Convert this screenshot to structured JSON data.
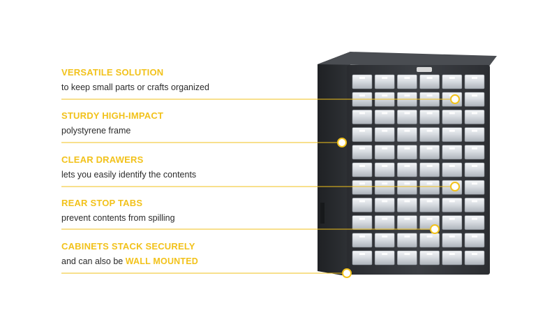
{
  "colors": {
    "accent": "#f2c21b",
    "text": "#2b2b2b",
    "cabinet": "#3a3d42"
  },
  "features": [
    {
      "title": "VERSATILE SOLUTION",
      "desc": "to keep small parts or crafts organized"
    },
    {
      "title": "STURDY HIGH-IMPACT",
      "desc": "polystyrene frame"
    },
    {
      "title": "CLEAR DRAWERS",
      "desc": "lets you easily identify the contents"
    },
    {
      "title": "REAR STOP TABS",
      "desc": "prevent contents from spilling"
    },
    {
      "title": "CABINETS STACK SECURELY",
      "desc_prefix": "and can also be ",
      "desc_highlight": "WALL MOUNTED"
    }
  ],
  "product": {
    "drawer_columns": 6,
    "drawer_rows": 11
  }
}
